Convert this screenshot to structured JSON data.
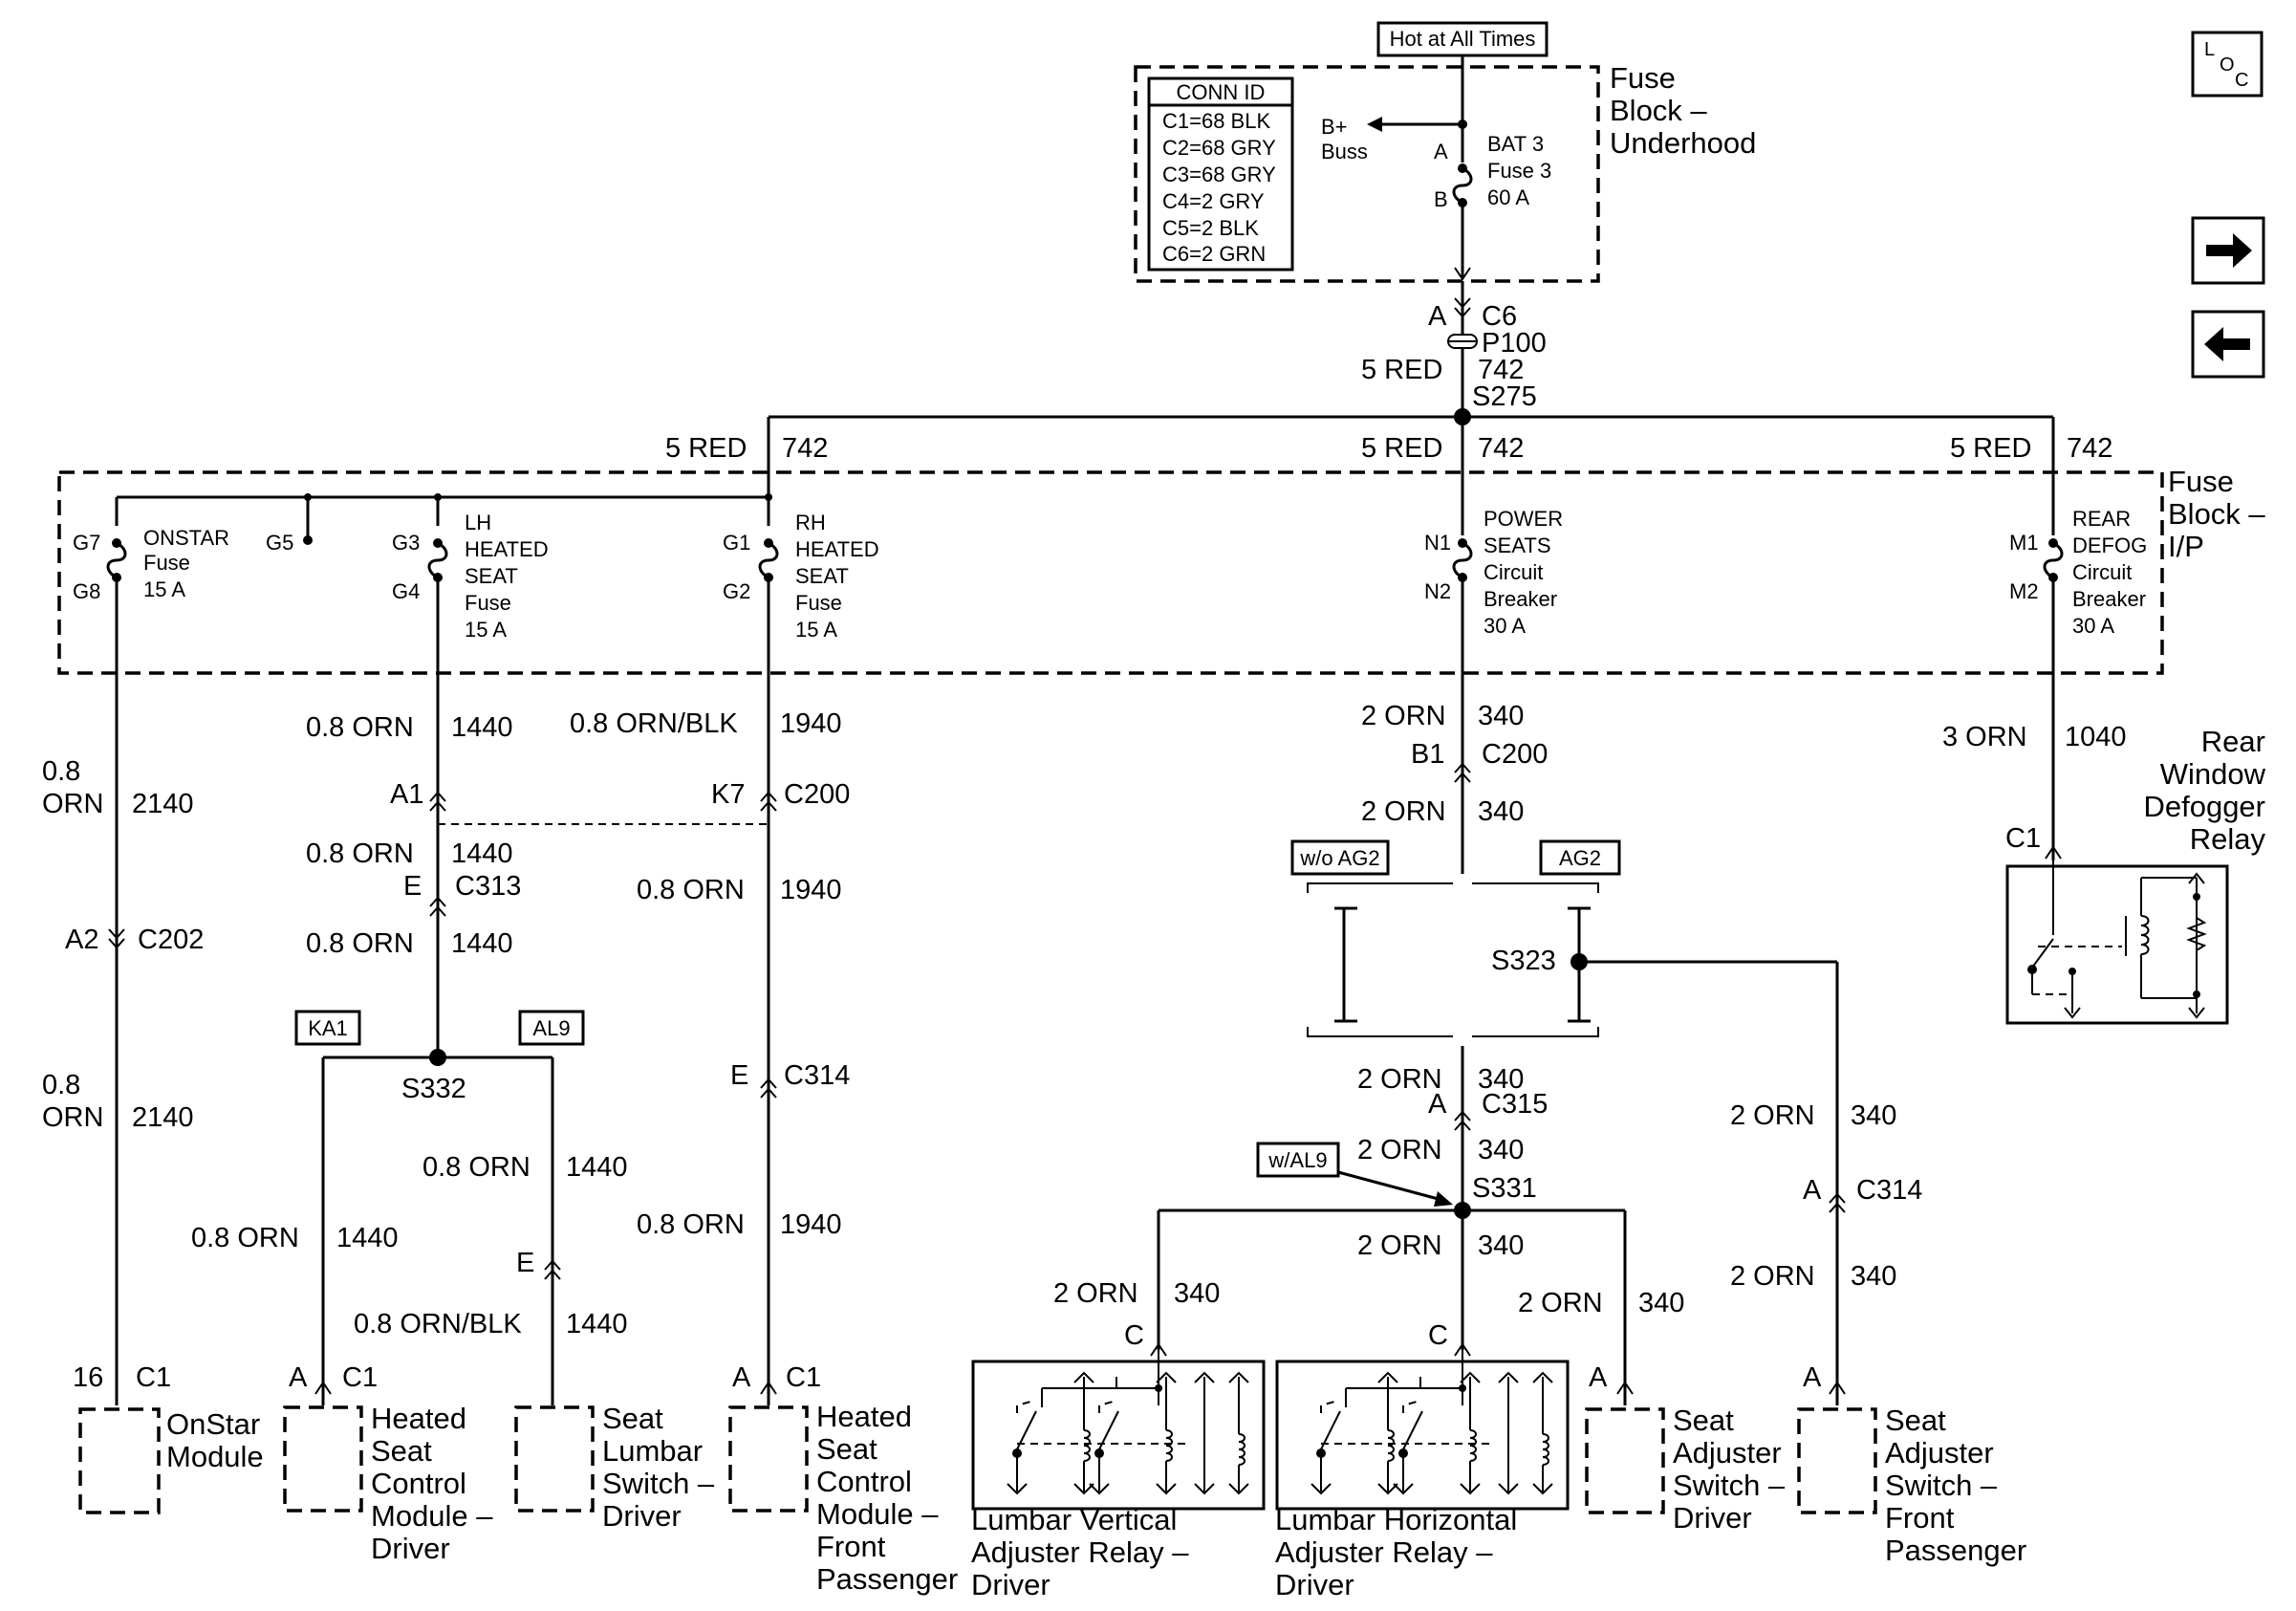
{
  "header": {
    "hot_label": "Hot at All Times",
    "loc_icon": "loc-icon",
    "next_icon": "arrow-right-icon",
    "prev_icon": "arrow-left-icon"
  },
  "underhood": {
    "conn_title": "CONN ID",
    "conn_items": [
      "C1=68 BLK",
      "C2=68 GRY",
      "C3=68 GRY",
      "C4=2 GRY",
      "C5=2 BLK",
      "C6=2 GRN"
    ],
    "buss_1": "B+",
    "buss_2": "Buss",
    "pin_a": "A",
    "pin_b": "B",
    "fuse_1": "BAT 3",
    "fuse_2": "Fuse 3",
    "fuse_3": "60 A",
    "title_1": "Fuse",
    "title_2": "Block –",
    "title_3": "Underhood"
  },
  "feed": {
    "conn_pin": "A",
    "conn_id": "C6",
    "p100": "P100",
    "wire_size": "5 RED",
    "wire_circuit": "742",
    "splice": "S275"
  },
  "ip_block": {
    "title_1": "Fuse",
    "title_2": "Block –",
    "title_3": "I/P",
    "branch_size": "5 RED",
    "branch_circuit": "742",
    "onstar": {
      "in": "G7",
      "out": "G8",
      "l1": "ONSTAR",
      "l2": "Fuse",
      "l3": "15 A"
    },
    "g5": "G5",
    "lh": {
      "in": "G3",
      "out": "G4",
      "l1": "LH",
      "l2": "HEATED",
      "l3": "SEAT",
      "l4": "Fuse",
      "l5": "15 A"
    },
    "rh": {
      "in": "G1",
      "out": "G2",
      "l1": "RH",
      "l2": "HEATED",
      "l3": "SEAT",
      "l4": "Fuse",
      "l5": "15 A"
    },
    "power": {
      "in": "N1",
      "out": "N2",
      "l1": "POWER",
      "l2": "SEATS",
      "l3": "Circuit",
      "l4": "Breaker",
      "l5": "30 A"
    },
    "defog": {
      "in": "M1",
      "out": "M2",
      "l1": "REAR",
      "l2": "DEFOG",
      "l3": "Circuit",
      "l4": "Breaker",
      "l5": "30 A"
    }
  },
  "onstar_circuit": {
    "size_1": "0.8",
    "size_2": "ORN",
    "circuit": "2140",
    "conn_pin": "A2",
    "conn_id": "C202",
    "size2_1": "0.8",
    "size2_2": "ORN",
    "circuit2": "2140",
    "end_pin": "16",
    "end_conn": "C1",
    "comp_1": "OnStar",
    "comp_2": "Module"
  },
  "lh_circuit": {
    "w1_size": "0.8 ORN",
    "w1_circuit": "1440",
    "c200_pin": "A1",
    "w2_size": "0.8 ORN",
    "w2_circuit": "1440",
    "c313_pin": "E",
    "c313": "C313",
    "w3_size": "0.8 ORN",
    "w3_circuit": "1440",
    "opt_ka1": "KA1",
    "opt_al9": "AL9",
    "splice": "S332",
    "w4_size": "0.8 ORN",
    "w4_circuit": "1440",
    "w5_size": "0.8 ORN",
    "w5_circuit": "1440",
    "lumbar_pin": "E",
    "w6_size": "0.8 ORN/BLK",
    "w6_circuit": "1440",
    "hs_pin": "A",
    "hs_conn": "C1",
    "hs_1": "Heated",
    "hs_2": "Seat",
    "hs_3": "Control",
    "hs_4": "Module –",
    "hs_5": "Driver",
    "sl_1": "Seat",
    "sl_2": "Lumbar",
    "sl_3": "Switch –",
    "sl_4": "Driver"
  },
  "rh_circuit": {
    "w1_size": "0.8 ORN/BLK",
    "w1_circuit": "1940",
    "c200_pin": "K7",
    "c200": "C200",
    "w2_size": "0.8 ORN",
    "w2_circuit": "1940",
    "c314_pin": "E",
    "c314": "C314",
    "w3_size": "0.8 ORN",
    "w3_circuit": "1940",
    "end_pin": "A",
    "end_conn": "C1",
    "hs_1": "Heated",
    "hs_2": "Seat",
    "hs_3": "Control",
    "hs_4": "Module –",
    "hs_5": "Front",
    "hs_6": "Passenger"
  },
  "power_circuit": {
    "w1_size": "2 ORN",
    "w1_circuit": "340",
    "c200_pin": "B1",
    "c200": "C200",
    "w2_size": "2 ORN",
    "w2_circuit": "340",
    "opt_woag2": "w/o AG2",
    "opt_ag2": "AG2",
    "s323": "S323",
    "w3_size": "2 ORN",
    "w3_circuit": "340",
    "c315_pin": "A",
    "c315": "C315",
    "w4_size": "2 ORN",
    "w4_circuit": "340",
    "opt_wal9": "w/AL9",
    "s331": "S331",
    "w5_size": "2 ORN",
    "w5_circuit": "340",
    "w6_size": "2 ORN",
    "w6_circuit": "340",
    "w7_size": "2 ORN",
    "w7_circuit": "340",
    "lv_pin": "C",
    "lh_pin": "C",
    "sad_pin": "A",
    "pass_w1_size": "2 ORN",
    "pass_w1_circuit": "340",
    "pass_c314_pin": "A",
    "pass_c314": "C314",
    "pass_w2_size": "2 ORN",
    "pass_w2_circuit": "340",
    "pass_pin": "A",
    "lv_1": "Lumbar Vertical",
    "lv_2": "Adjuster Relay –",
    "lv_3": "Driver",
    "lhz_1": "Lumbar Horizontal",
    "lhz_2": "Adjuster Relay –",
    "lhz_3": "Driver",
    "sad_1": "Seat",
    "sad_2": "Adjuster",
    "sad_3": "Switch –",
    "sad_4": "Driver",
    "sap_1": "Seat",
    "sap_2": "Adjuster",
    "sap_3": "Switch –",
    "sap_4": "Front",
    "sap_5": "Passenger"
  },
  "defog_circuit": {
    "w1_size": "3 ORN",
    "w1_circuit": "1040",
    "conn": "C1",
    "relay_1": "Rear",
    "relay_2": "Window",
    "relay_3": "Defogger",
    "relay_4": "Relay"
  }
}
